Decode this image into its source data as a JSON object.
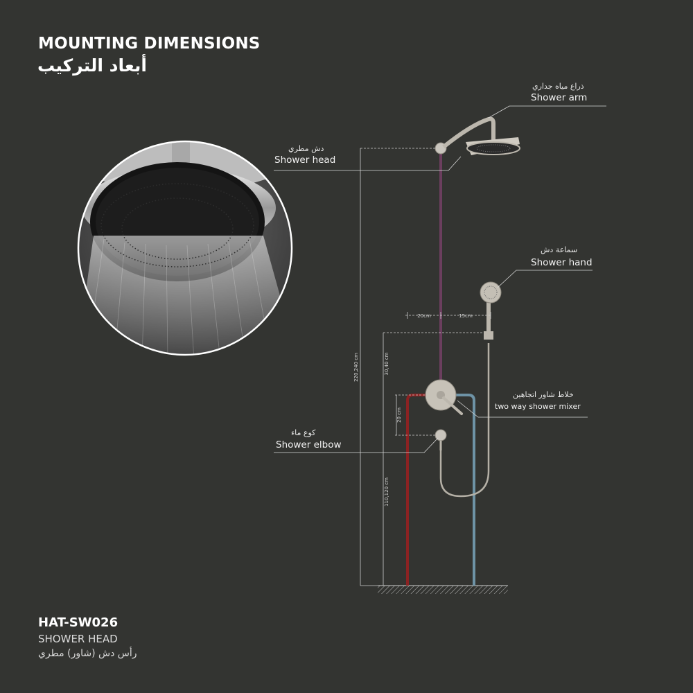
{
  "header": {
    "title_en": "MOUNTING DIMENSIONS",
    "title_ar": "أبعاد التركيب"
  },
  "callouts": {
    "shower_arm": {
      "ar": "ذراع مياه جداري",
      "en": "Shower arm"
    },
    "shower_head": {
      "ar": "دش مطري",
      "en": "Shower head"
    },
    "shower_hand": {
      "ar": "سماعة دش",
      "en": "Shower hand"
    },
    "mixer": {
      "ar": "خلاط شاور اتجاهين",
      "en": "two way shower mixer"
    },
    "elbow": {
      "ar": "كوع ماء",
      "en": "Shower elbow"
    }
  },
  "dimensions": {
    "total_height": "220,240 cm",
    "head_to_mixer": "30,40 cm",
    "mixer_to_elbow": "20 cm",
    "elbow_to_floor": "110,120 cm",
    "pipe_to_mixer": "20cm",
    "mixer_to_hand": "15cm"
  },
  "product": {
    "code": "HAT-SW026",
    "name_en": "SHOWER HEAD",
    "name_ar": "رأس دش (شاور) مطري"
  },
  "colors": {
    "background": "#333431",
    "hot_pipe": "#8c2222",
    "cold_pipe": "#6e93a6",
    "riser": "#6b3e5e",
    "metal": "#bcb7ad"
  }
}
